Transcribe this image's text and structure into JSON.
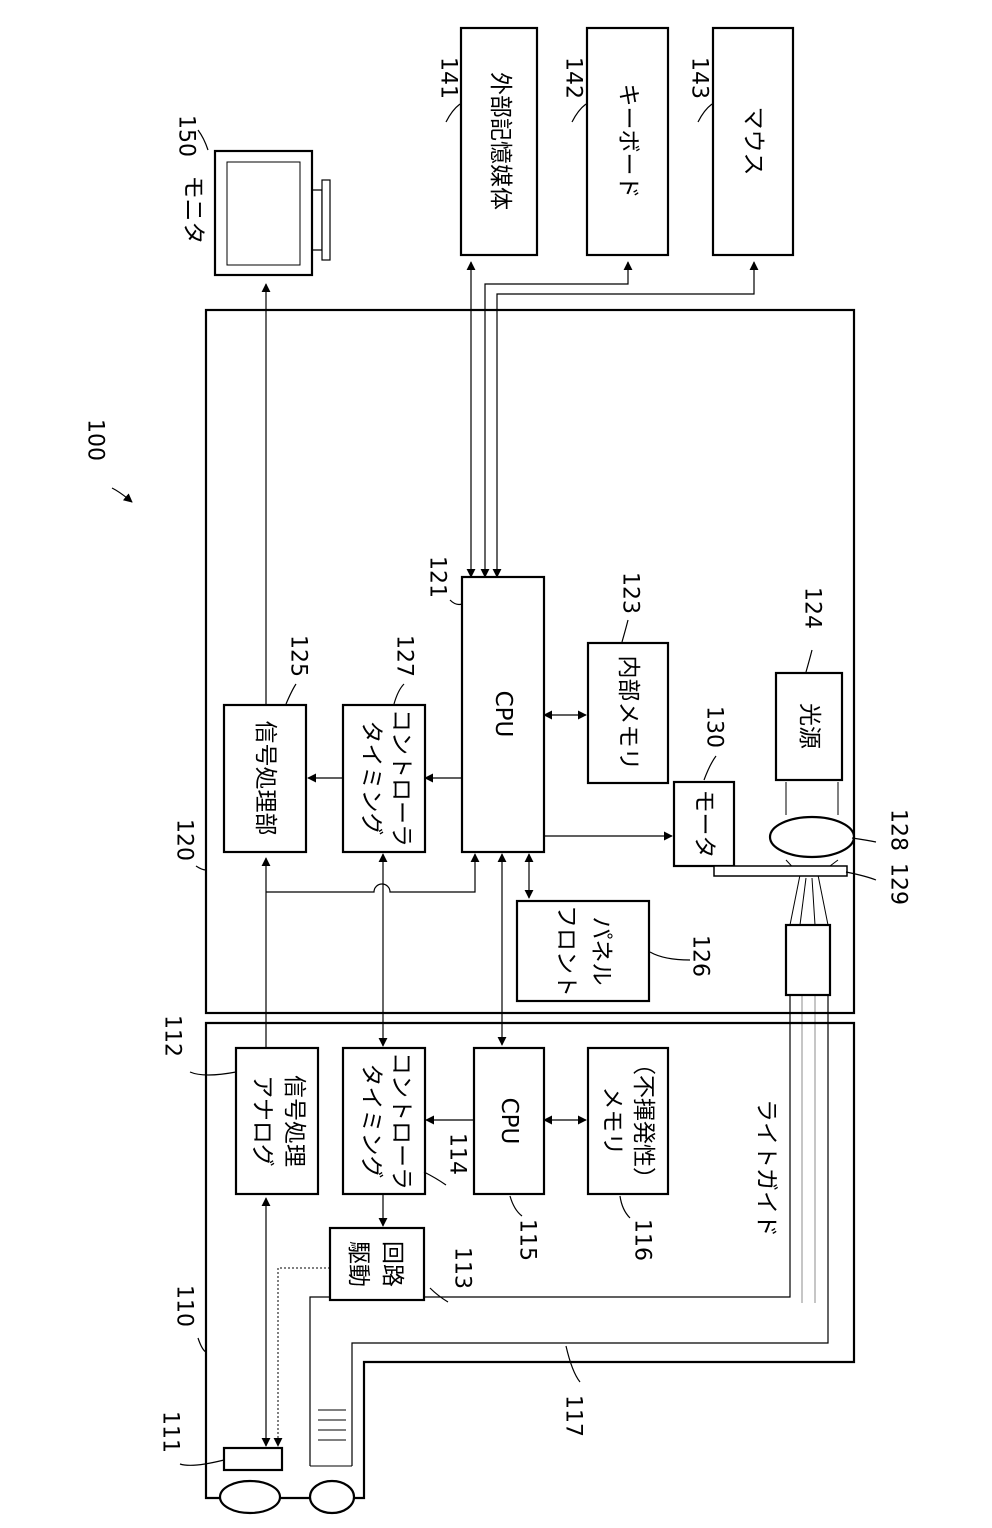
{
  "ref_system": "100",
  "ref_scope": "110",
  "ref_processor": "120",
  "scope": {
    "imager_ref": "111",
    "analog": {
      "ref": "112",
      "line1": "アナログ",
      "line2": "信号処理"
    },
    "drive": {
      "ref": "113",
      "line1": "駆動",
      "line2": "回路"
    },
    "timing": {
      "ref": "114",
      "line1": "タイミング",
      "line2": "コントローラ"
    },
    "cpu": {
      "ref": "115",
      "label": "CPU"
    },
    "memory": {
      "ref": "116",
      "line1": "メモリ",
      "line2": "（不揮発性）"
    },
    "lightguide": {
      "ref": "117",
      "label": "ライトガイド"
    }
  },
  "processor": {
    "cpu": {
      "ref": "121",
      "label": "CPU"
    },
    "internal_memory": {
      "ref": "123",
      "label": "内部メモリ"
    },
    "light_source": {
      "ref": "124",
      "label": "光源"
    },
    "signal_proc": {
      "ref": "125",
      "label": "信号処理部"
    },
    "front_panel": {
      "ref": "126",
      "line1": "フロント",
      "line2": "パネル"
    },
    "timing": {
      "ref": "127",
      "line1": "タイミング",
      "line2": "コントローラ"
    },
    "lens_ref": "128",
    "filter_ref": "129",
    "motor": {
      "ref": "130",
      "label": "モータ"
    }
  },
  "peripherals": {
    "external_storage": {
      "ref": "141",
      "label": "外部記憶媒体"
    },
    "keyboard": {
      "ref": "142",
      "label": "キーボード"
    },
    "mouse": {
      "ref": "143",
      "label": "マウス"
    },
    "monitor": {
      "ref": "150",
      "label": "モニタ"
    }
  }
}
